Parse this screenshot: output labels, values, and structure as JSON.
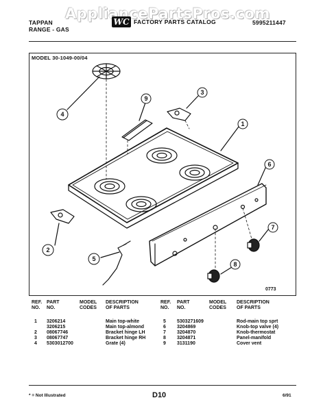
{
  "header": {
    "brand_line1": "TAPPAN",
    "brand_line2": "RANGE - GAS",
    "watermark": "AppliancePartsPros.com",
    "logo_text": "WC",
    "catalog_title": "FACTORY PARTS CATALOG",
    "catalog_number": "5995211447"
  },
  "model_label": "MODEL 30-1049-00/04",
  "diagram": {
    "callouts": [
      "4",
      "9",
      "3",
      "1",
      "6",
      "7",
      "2",
      "5",
      "8"
    ],
    "figure_code": "0773"
  },
  "table": {
    "headers": {
      "ref_no": [
        "REF.",
        "NO."
      ],
      "part_no": [
        "PART",
        "NO."
      ],
      "model_codes": [
        "MODEL",
        "CODES"
      ],
      "description": [
        "DESCRIPTION",
        "OF PARTS"
      ]
    },
    "left_rows": [
      {
        "ref": "1",
        "part": "3206214",
        "desc": "Main top-white"
      },
      {
        "ref": "",
        "part": "3206215",
        "desc": "Main top-almond"
      },
      {
        "ref": "2",
        "part": "08067746",
        "desc": "Bracket hinge LH"
      },
      {
        "ref": "3",
        "part": "08067747",
        "desc": "Bracket hinge RH"
      },
      {
        "ref": "4",
        "part": "5303012700",
        "desc": "Grate (4)"
      }
    ],
    "right_rows": [
      {
        "ref": "5",
        "part": "5303271609",
        "desc": "Rod-main top sprt"
      },
      {
        "ref": "6",
        "part": "3204869",
        "desc": "Knob-top valve (4)"
      },
      {
        "ref": "7",
        "part": "3204870",
        "desc": "Knob-thermostat"
      },
      {
        "ref": "8",
        "part": "3204871",
        "desc": "Panel-manifold"
      },
      {
        "ref": "9",
        "part": "3131190",
        "desc": "Cover vent"
      }
    ]
  },
  "footer": {
    "note": "* = Not Illustrated",
    "page": "D10",
    "date": "6/91"
  }
}
